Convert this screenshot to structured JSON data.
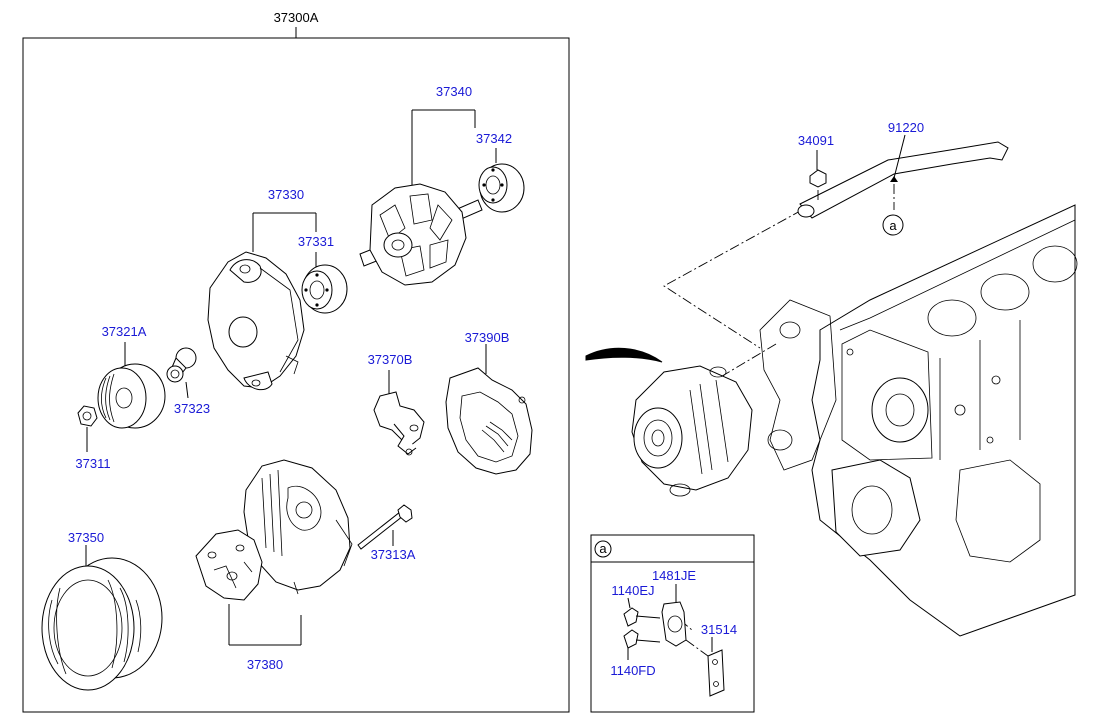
{
  "assembly_label": "37300A",
  "parts": {
    "p37340": "37340",
    "p37342": "37342",
    "p37330": "37330",
    "p37331": "37331",
    "p37321A": "37321A",
    "p37323": "37323",
    "p37311": "37311",
    "p37370B": "37370B",
    "p37390B": "37390B",
    "p37350": "37350",
    "p37313A": "37313A",
    "p37380": "37380",
    "p34091": "34091",
    "p91220": "91220"
  },
  "callout": {
    "marker": "a",
    "box_marker": "a",
    "p1481JE": "1481JE",
    "p1140EJ": "1140EJ",
    "p31514": "31514",
    "p1140FD": "1140FD"
  }
}
